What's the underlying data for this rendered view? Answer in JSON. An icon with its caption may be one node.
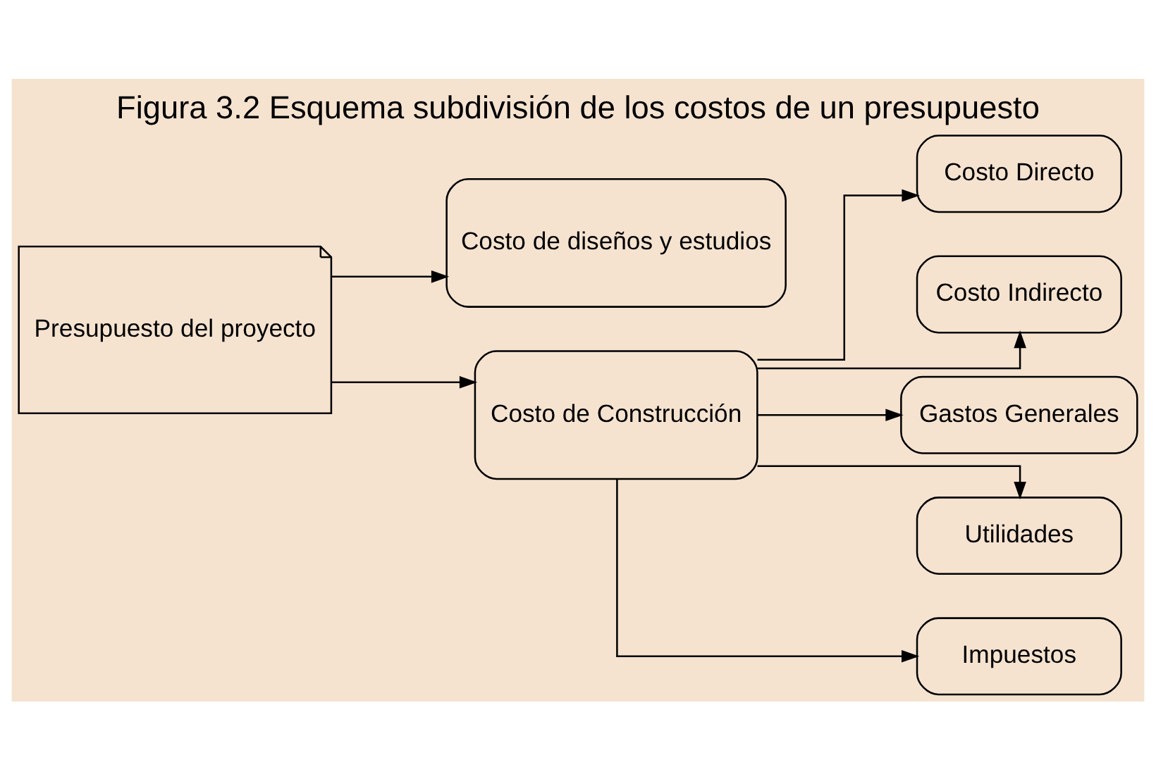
{
  "diagram": {
    "title": "Figura 3.2 Esquema subdivisión de los costos de un presupuesto",
    "nodes": [
      {
        "text": [
          "Presupuesto del proyecto"
        ]
      },
      {
        "text": [
          "Costo de diseños y estudios"
        ]
      },
      {
        "text": [
          "Costo de Construcción"
        ]
      },
      {
        "text": [
          "Costo Directo"
        ]
      },
      {
        "text": [
          "Costo Indirecto"
        ]
      },
      {
        "text": [
          "Gastos Generales"
        ]
      },
      {
        "text": [
          "Utilidades"
        ]
      },
      {
        "text": [
          "Impuestos"
        ]
      }
    ],
    "edges": [
      {
        "from": 0,
        "to": 1,
        "arrow": "to"
      },
      {
        "from": 0,
        "to": 2,
        "arrow": "to"
      },
      {
        "from": 2,
        "to": 3,
        "arrow": "to"
      },
      {
        "from": 2,
        "to": 4,
        "arrow": "to"
      },
      {
        "from": 2,
        "to": 5,
        "arrow": "to"
      },
      {
        "from": 2,
        "to": 6,
        "arrow": "to"
      },
      {
        "from": 2,
        "to": 7,
        "arrow": "to"
      }
    ]
  }
}
